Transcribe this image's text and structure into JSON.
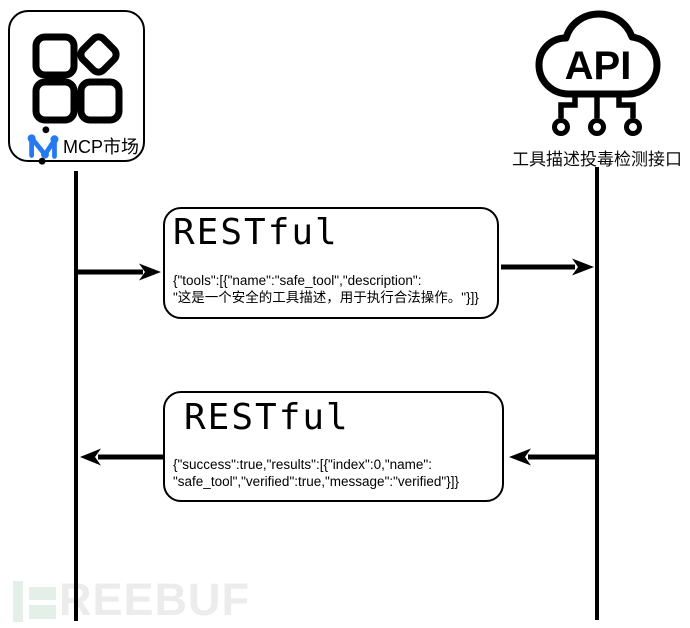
{
  "nodes": {
    "mcp": {
      "label": "MCP市场"
    },
    "api": {
      "icon_label": "API",
      "label": "工具描述投毒检测接口"
    }
  },
  "messages": [
    {
      "title": "RESTful",
      "direction": "mcp-to-api",
      "line1": "{\"tools\":[{\"name\":\"safe_tool\",\"description\":",
      "line2": "\"这是一个安全的工具描述，用于执行合法操作。\"}]}"
    },
    {
      "title": "RESTful",
      "direction": "api-to-mcp",
      "line1": "{\"success\":true,\"results\":[{\"index\":0,\"name\":",
      "line2": "\"safe_tool\",\"verified\":true,\"message\":\"verified\"}]}"
    }
  ],
  "watermark": {
    "text": "REEBUF"
  },
  "colors": {
    "stroke": "#000000",
    "mcp_icon_blue": "#2579f2",
    "watermark_green": "#e4efe8",
    "watermark_gray": "#ececec"
  }
}
